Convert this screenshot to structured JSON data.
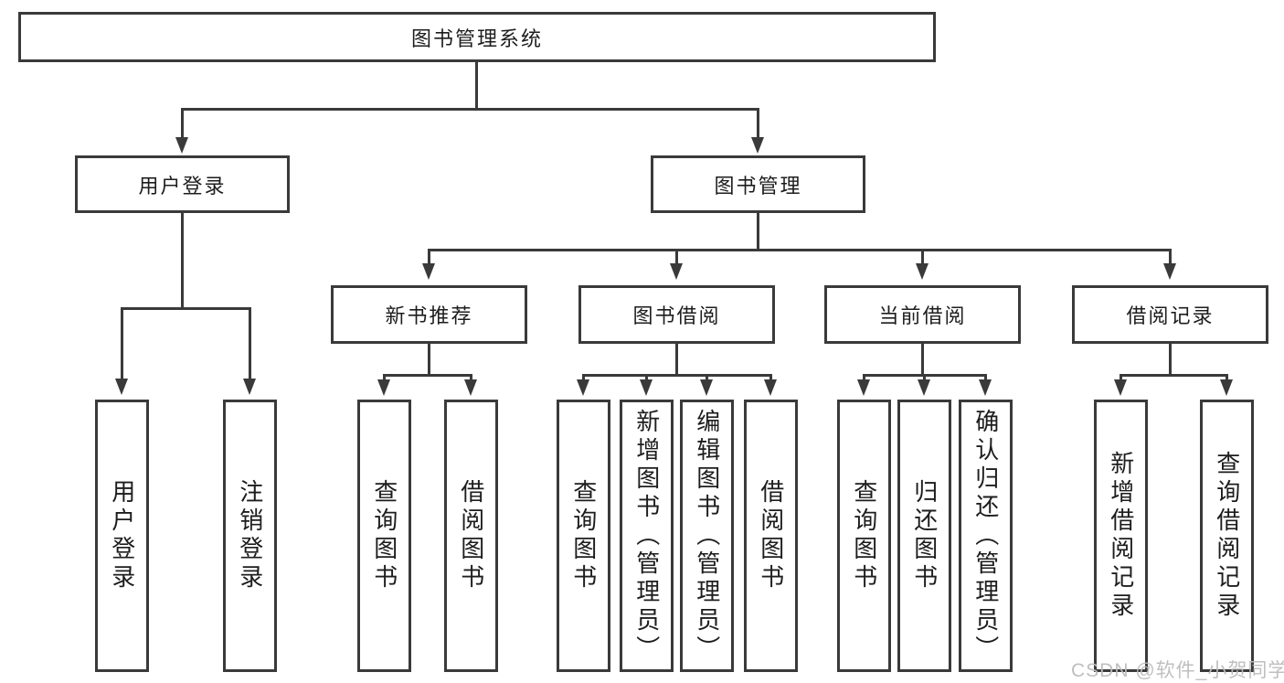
{
  "diagram": {
    "root": {
      "label": "图书管理系统"
    },
    "level2": {
      "user_login": {
        "label": "用户登录"
      },
      "book_management": {
        "label": "图书管理"
      }
    },
    "level3": {
      "new_book_recommend": {
        "label": "新书推荐"
      },
      "book_borrow": {
        "label": "图书借阅"
      },
      "current_borrow": {
        "label": "当前借阅"
      },
      "borrow_records": {
        "label": "借阅记录"
      }
    },
    "leaves": {
      "user_login": [
        "用户登录",
        "注销登录"
      ],
      "new_book_recommend": [
        "查询图书",
        "借阅图书"
      ],
      "book_borrow": [
        "查询图书",
        "新增图书（管理员）",
        "编辑图书（管理员）",
        "借阅图书"
      ],
      "current_borrow": [
        "查询图书",
        "归还图书",
        "确认归还（管理员）"
      ],
      "borrow_records": [
        "新增借阅记录",
        "查询借阅记录"
      ]
    },
    "watermark": "CSDN @软件_小贺同学",
    "colors": {
      "line": "#3a3a3a",
      "text": "#1d1d1d",
      "background": "#ffffff",
      "watermark": "#bcbcbc"
    }
  }
}
